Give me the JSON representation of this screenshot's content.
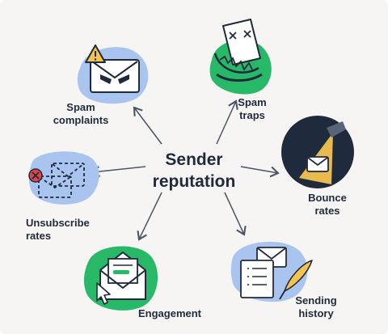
{
  "center": {
    "line1": "Sender",
    "line2": "reputation"
  },
  "nodes": {
    "spam_complaints": {
      "line1": "Spam",
      "line2": "complaints"
    },
    "spam_traps": {
      "line1": "Spam",
      "line2": "traps"
    },
    "bounce_rates": {
      "line1": "Bounce",
      "line2": "rates"
    },
    "unsubscribe_rates": {
      "line1": "Unsubscribe",
      "line2": "rates"
    },
    "engagement": {
      "line1": "Engagement"
    },
    "sending_history": {
      "line1": "Sending",
      "line2": "history"
    }
  },
  "colors": {
    "blue_blob": "#a9c4ee",
    "green_blob": "#27b868",
    "navy_blob": "#1f2a3c",
    "yellow_accent": "#f4c34f",
    "red_accent": "#e04545",
    "ink": "#1f2a3c",
    "background": "#f7f5f3"
  },
  "icons": [
    "angry-envelope-icon",
    "warning-icon",
    "bear-trap-envelope-icon",
    "spotlight-envelope-icon",
    "dashed-envelopes-icon",
    "error-x-icon",
    "open-envelope-icon",
    "cursor-icon",
    "documents-envelope-icon",
    "quill-icon"
  ]
}
